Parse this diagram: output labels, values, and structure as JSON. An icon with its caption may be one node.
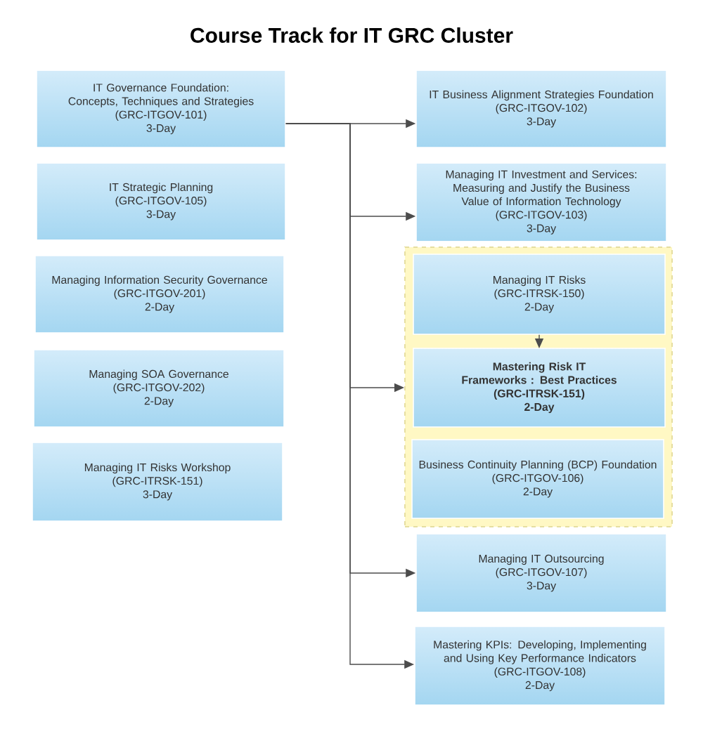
{
  "diagram": {
    "title": "Course Track for IT GRC Cluster",
    "nodes": [
      {
        "text": [
          "IT Governance Foundation: Concepts, Techniques and Strategies",
          "(GRC-ITGOV-101)",
          "3-Day"
        ]
      },
      {
        "text": [
          "IT Strategic Planning",
          "(GRC-ITGOV-105)",
          "3-Day"
        ]
      },
      {
        "text": [
          "Managing Information Security Governance",
          "(GRC-ITGOV-201)",
          "2-Day"
        ]
      },
      {
        "text": [
          "Managing SOA Governance",
          "(GRC-ITGOV-202)",
          "2-Day"
        ]
      },
      {
        "text": [
          "Managing IT Risks Workshop",
          "(GRC-ITRSK-151)",
          "3-Day"
        ]
      },
      {
        "text": [
          "IT Business Alignment Strategies Foundation",
          "(GRC-ITGOV-102)",
          "3-Day"
        ]
      },
      {
        "text": [
          "Managing IT Investment and Services: Measuring and Justify the Business Value of Information Technology",
          "(GRC-ITGOV-103)",
          "3-Day"
        ]
      },
      {
        "text": [],
        "shape": "box"
      },
      {
        "text": [
          "Managing IT Risks",
          "(GRC-ITRSK-150)",
          "2-Day"
        ],
        "in": 7
      },
      {
        "text": [
          "Mastering Risk IT Frameworks : Best Practices",
          "(GRC-ITRSK-151)",
          "2-Day"
        ],
        "in": 7
      },
      {
        "text": [
          "Business Continuity Planning (BCP) Foundation",
          "(GRC-ITGOV-106)",
          "2-Day"
        ],
        "in": 7
      },
      {
        "text": [
          "Managing IT Outsourcing",
          "(GRC-ITGOV-107)",
          "3-Day"
        ]
      },
      {
        "text": [
          "Mastering KPIs: Developing, Implementing and Using Key Performance Indicators",
          "(GRC-ITGOV-108)",
          "2-Day"
        ]
      }
    ],
    "edges": [
      {
        "from": 0,
        "to": 5,
        "arrow": "to"
      },
      {
        "from": 0,
        "to": 6,
        "arrow": "to"
      },
      {
        "from": 0,
        "to": 7,
        "arrow": "to"
      },
      {
        "from": 0,
        "to": 11,
        "arrow": "to"
      },
      {
        "from": 0,
        "to": 12,
        "arrow": "to"
      },
      {
        "from": 8,
        "to": 9,
        "arrow": "to"
      }
    ]
  }
}
